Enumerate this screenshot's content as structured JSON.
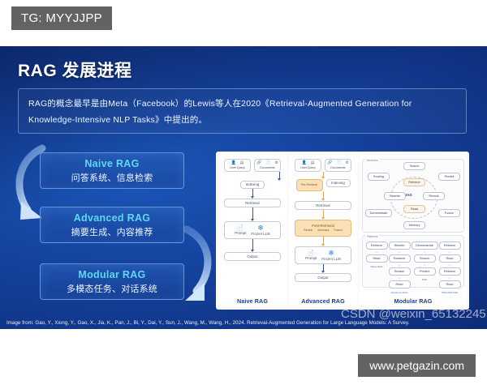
{
  "overlay": {
    "tg_badge": "TG: MYYJJPP",
    "site_badge": "www.petgazin.com",
    "watermark": "CSDN @weixin_65132245"
  },
  "slide": {
    "title": "RAG 发展进程",
    "lead_line1": "RAG的概念最早是由Meta（Facebook）的Lewis等人在2020《Retrieval-Augmented Generation for",
    "lead_line2": "Knowledge-Intensive NLP Tasks》中提出的。",
    "caption": "Image from: Gao, Y., Xiong, Y., Gao, X., Jia, K., Pan, J., Bi, Y., Dai, Y., Sun, J., Wang, M., Wang, H., 2024. Retrieval-Augmented Generation for Large Language Models: A Survey.",
    "colors": {
      "background_dark": "#0c2569",
      "background_light": "#1b56b8",
      "accent_cyan": "#5fd8f2",
      "badge_gray": "#636363",
      "orange_node": "#fbdfb5"
    },
    "stages": [
      {
        "title": "Naive RAG",
        "sub": "问答系统、信息检索"
      },
      {
        "title": "Advanced RAG",
        "sub": "摘要生成、内容推荐"
      },
      {
        "title": "Modular RAG",
        "sub": "多模态任务、对话系统"
      }
    ]
  },
  "figure": {
    "naive": {
      "label": "Naive RAG",
      "icons": [
        "User",
        "Query",
        "Documents"
      ],
      "nodes": [
        "Indexing",
        "Retrieval",
        "Prompt",
        "Frozen LLM",
        "Output"
      ]
    },
    "advanced": {
      "label": "Advanced RAG",
      "icons": [
        "User",
        "Query",
        "Documents"
      ],
      "pre_retrieval": "Pre-Retrieval",
      "post_retrieval": "Post-Retrieval",
      "post_items": [
        "Rerank",
        "Summary",
        "Fusion"
      ],
      "nodes": [
        "Indexing",
        "Retrieval",
        "Prompt",
        "Frozen LLM",
        "Output"
      ]
    },
    "modular": {
      "label": "Modular RAG",
      "modules_caption": "Modules",
      "patterns_caption": "Patterns",
      "center": "RAG",
      "modules": [
        "Search",
        "Routing",
        "Predict",
        "Retrieve",
        "Rewrite",
        "Rerank",
        "Read",
        "Demonstrate",
        "Fusion",
        "Memory"
      ],
      "patterns": [
        {
          "name": "Naive RAG",
          "steps": [
            "Retrieve",
            "Read"
          ]
        },
        {
          "name": "Advanced RAG",
          "steps": [
            "Rewrite",
            "Retrieve",
            "Rerank",
            "Read"
          ]
        },
        {
          "name": "DSP",
          "steps": [
            "Demonstrate",
            "Search",
            "Predict"
          ]
        },
        {
          "name": "ITER-RETGEN",
          "steps": [
            "Retrieve",
            "Read",
            "Retrieve",
            "Read"
          ]
        }
      ]
    }
  }
}
